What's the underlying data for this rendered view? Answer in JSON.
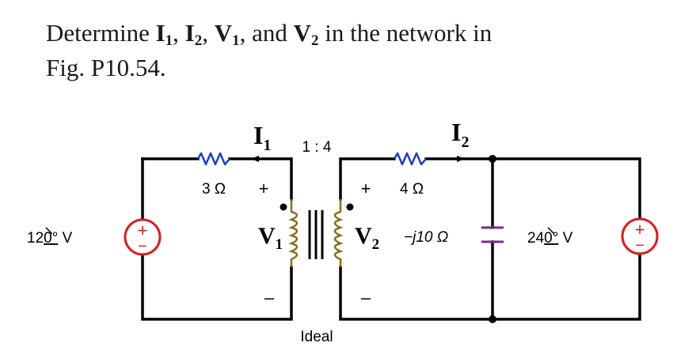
{
  "problem": {
    "text_1": "Determine ",
    "i1": "I",
    "i1_sub": "1",
    "sep_1": ", ",
    "i2": "I",
    "i2_sub": "2",
    "sep_2": ", ",
    "v1": "V",
    "v1_sub": "1",
    "sep_3": ", and ",
    "v2": "V",
    "v2_sub": "2",
    "text_2": " in the network in",
    "line_2": "Fig. P10.54."
  },
  "circuit": {
    "source_left_label": "12",
    "source_left_angle": "0°",
    "source_left_unit": " V",
    "resistor_left": "3 Ω",
    "current_1": "I",
    "current_1_sub": "1",
    "turns_ratio": "1 : 4",
    "plus_primary": "+",
    "minus_primary": "–",
    "voltage_1": "V",
    "voltage_1_sub": "1",
    "plus_secondary": "+",
    "minus_secondary": "–",
    "voltage_2": "V",
    "voltage_2_sub": "2",
    "resistor_right": "4 Ω",
    "current_2": "I",
    "current_2_sub": "2",
    "capacitor": "−j10 Ω",
    "source_right_label": "24",
    "source_right_angle": "0°",
    "source_right_unit": " V",
    "transformer_label": "Ideal",
    "source_plus": "+",
    "source_minus": "−"
  },
  "colors": {
    "wire": "#000000",
    "resistor": "#1f3fbf",
    "inductor": "#8a6d1f",
    "capacitor": "#7a2a8a",
    "source": "#d42020"
  }
}
